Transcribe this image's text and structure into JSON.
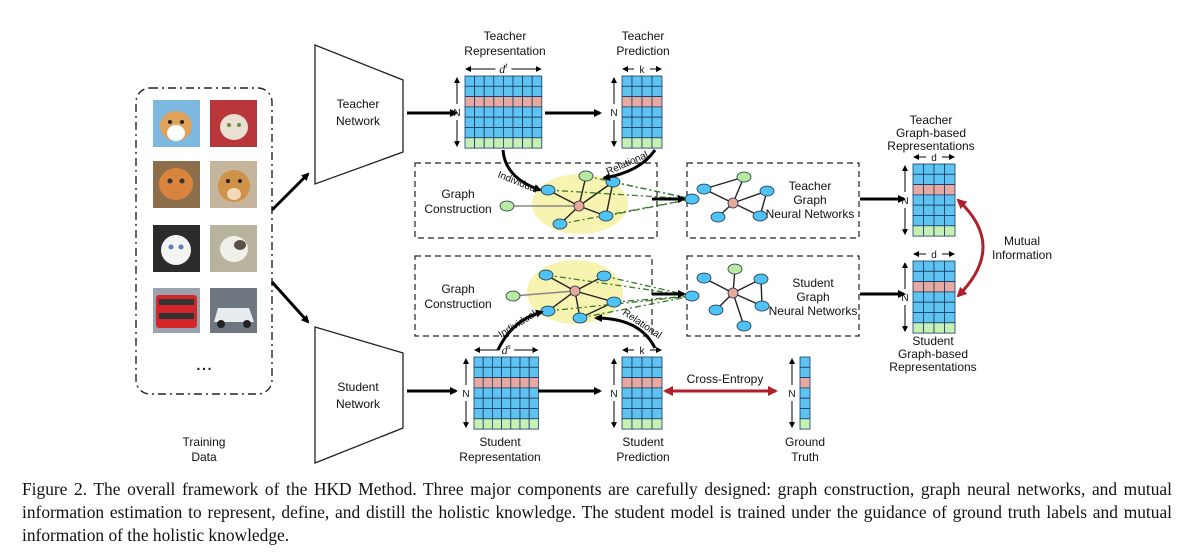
{
  "training_data": {
    "label_line1": "Training",
    "label_line2": "Data",
    "ellipsis": "..."
  },
  "teacher_network": {
    "line1": "Teacher",
    "line2": "Network"
  },
  "student_network": {
    "line1": "Student",
    "line2": "Network"
  },
  "teacher_representation": {
    "title_line1": "Teacher",
    "title_line2": "Representation",
    "dim": "d",
    "dim_sup": "t",
    "rows_label": "N"
  },
  "teacher_prediction": {
    "title_line1": "Teacher",
    "title_line2": "Prediction",
    "dim": "k",
    "rows_label": "N"
  },
  "student_representation": {
    "title_line1": "Student",
    "title_line2": "Representation",
    "dim": "d",
    "dim_sup": "s",
    "rows_label": "N"
  },
  "student_prediction": {
    "title_line1": "Student",
    "title_line2": "Prediction",
    "dim": "k",
    "rows_label": "N"
  },
  "ground_truth": {
    "line1": "Ground",
    "line2": "Truth",
    "rows_label": "N"
  },
  "cross_entropy": "Cross-Entropy",
  "graph_construction": {
    "line1": "Graph",
    "line2": "Construction"
  },
  "edge_individual": "Individual",
  "edge_relational": "Relational",
  "teacher_gnn": {
    "line1": "Teacher",
    "line2": "Graph",
    "line3": "Neural Networks"
  },
  "student_gnn": {
    "line1": "Student",
    "line2": "Graph",
    "line3": "Neural Networks"
  },
  "teacher_graph_rep": {
    "line1": "Teacher",
    "line2": "Graph-based",
    "line3": "Representations",
    "dim": "d",
    "rows_label": "N"
  },
  "student_graph_rep": {
    "line1": "Student",
    "line2": "Graph-based",
    "line3": "Representations",
    "dim": "d",
    "rows_label": "N"
  },
  "mutual_information": {
    "line1": "Mutual",
    "line2": "Information"
  },
  "caption": "Figure 2. The overall framework of the HKD Method. Three major components are carefully designed: graph construction, graph neural networks, and mutual information estimation to represent, define, and distill the holistic knowledge. The student model is trained under the guidance of ground truth labels and mutual information of the holistic knowledge.",
  "colors": {
    "cell_blue": "#5ec3f0",
    "cell_pink": "#e8aaa0",
    "cell_green": "#c6f0b4",
    "node_blue": "#4fc3f7",
    "node_green": "#b9eaa2",
    "node_pink": "#e8a89c",
    "blob": "#f7f3b0",
    "arrow_red": "#b0202a",
    "edge_green": "#3d7a2a"
  },
  "icons": [
    "dog-image",
    "cat-image",
    "cat-image",
    "dog-image",
    "kitten-image",
    "kitten-image",
    "bus-image",
    "car-image"
  ]
}
